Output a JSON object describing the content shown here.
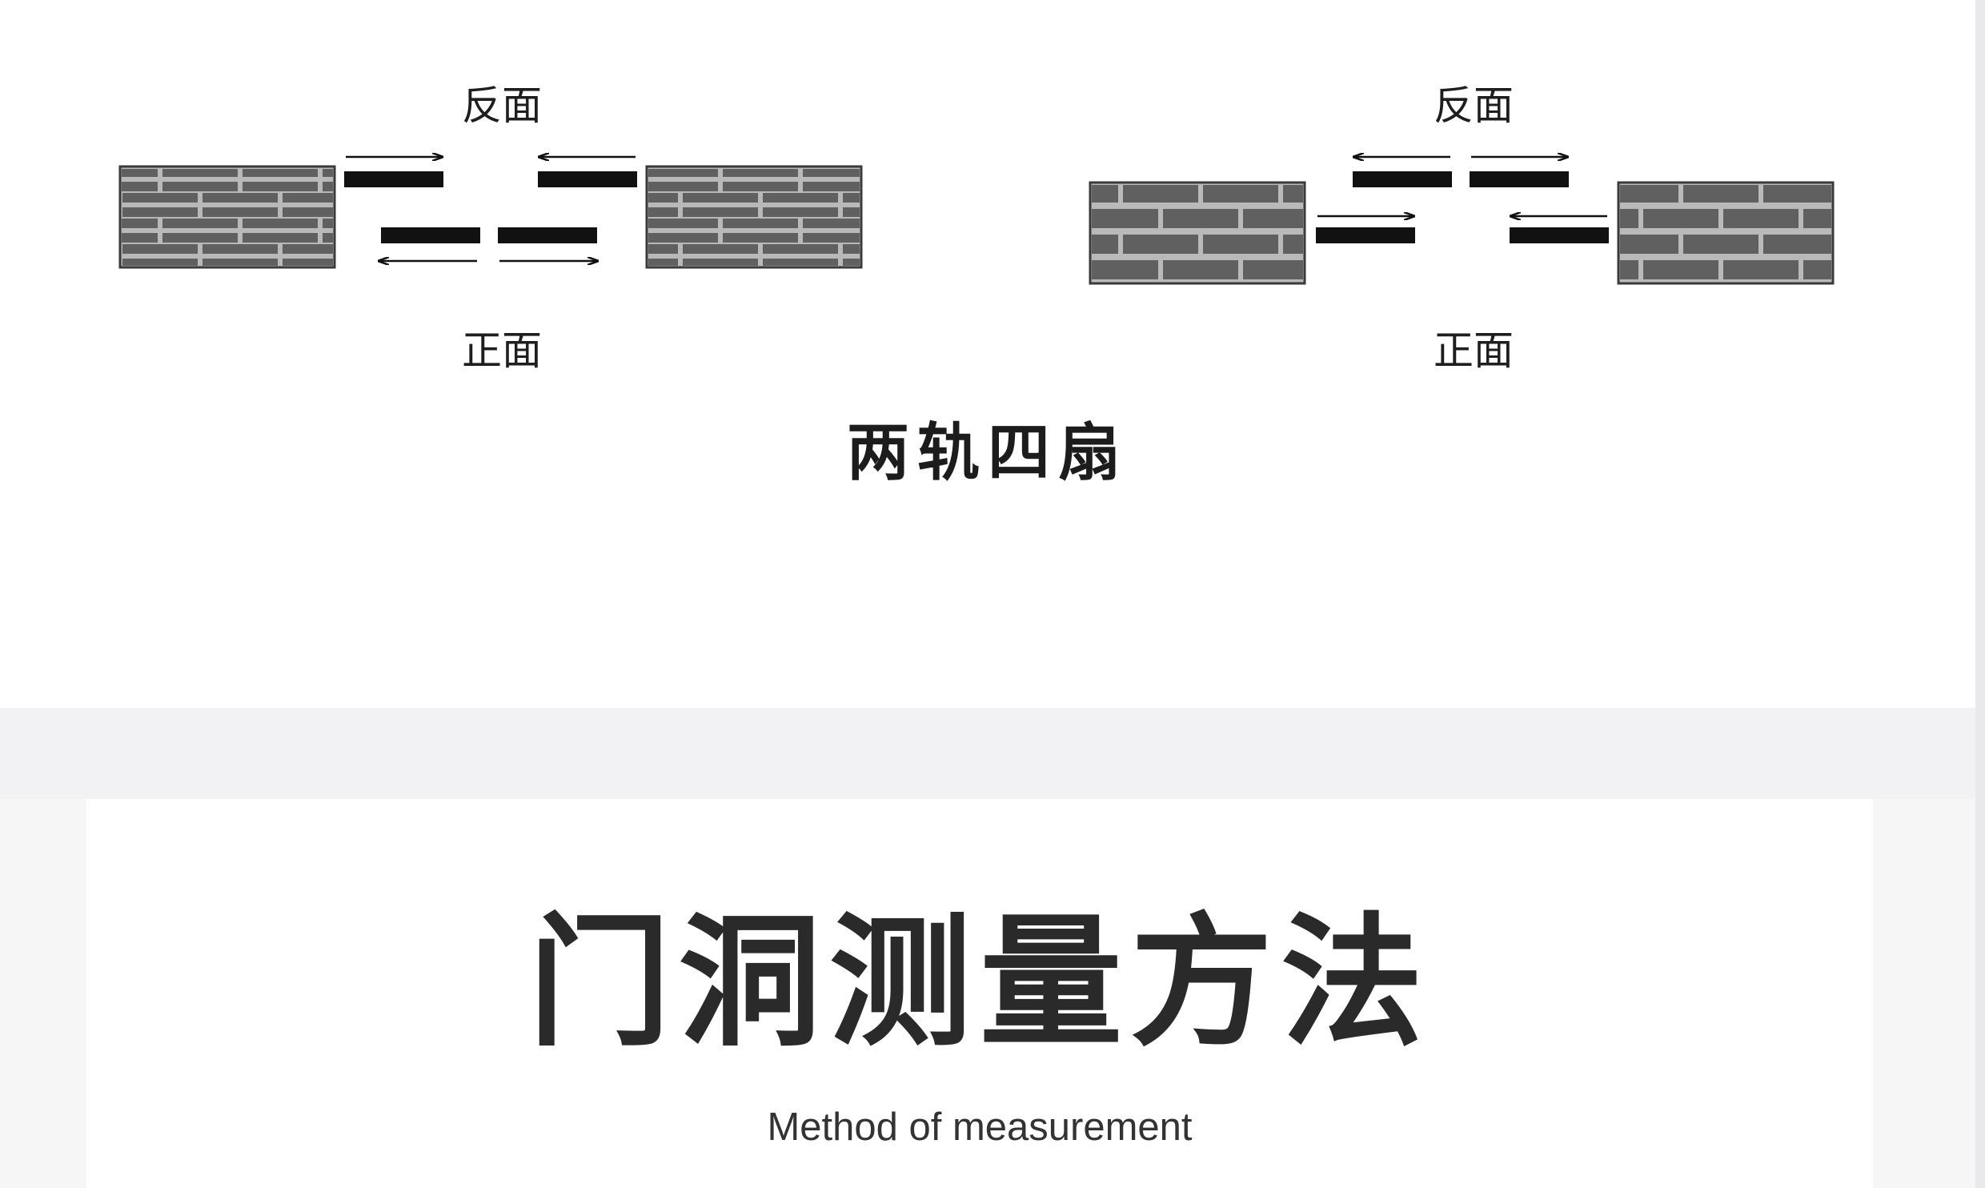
{
  "diagrams": [
    {
      "label_back": "反面",
      "label_front": "正面"
    },
    {
      "label_back": "反面",
      "label_front": "正面"
    }
  ],
  "caption": "两轨四扇",
  "section": {
    "title": "门洞测量方法",
    "subtitle": "Method of measurement"
  },
  "colors": {
    "brick_face": "#606060",
    "brick_mortar": "#b9b9b9",
    "panel_bar": "#111111",
    "separator_band": "#f2f2f4"
  }
}
